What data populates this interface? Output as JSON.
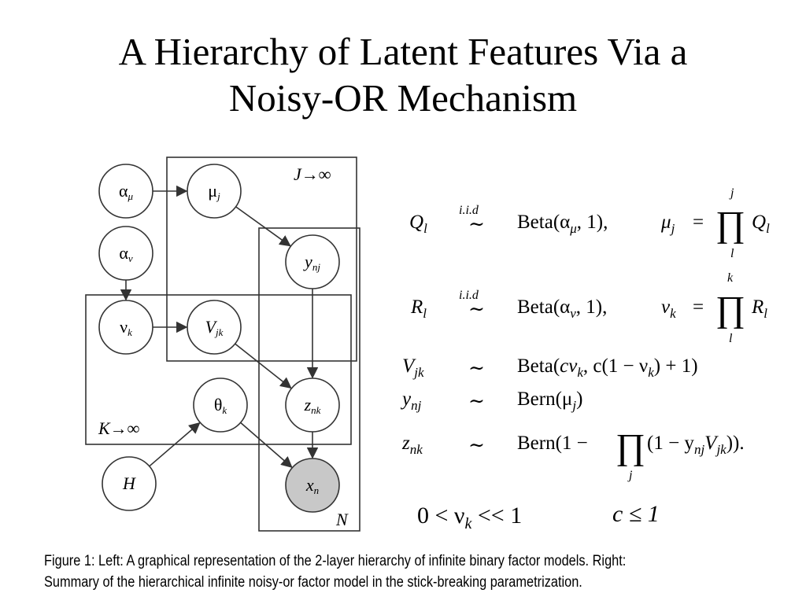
{
  "title": [
    "A Hierarchy of Latent Features Via a",
    "Noisy-OR Mechanism"
  ],
  "diagram": {
    "plates": [
      "J→∞",
      "K→∞",
      "N"
    ],
    "nodes": {
      "alpha_mu": {
        "base": "α",
        "sub": "μ",
        "observed": false
      },
      "mu_j": {
        "base": "μ",
        "sub": "j",
        "observed": false
      },
      "alpha_nu": {
        "base": "α",
        "sub": "ν",
        "observed": false
      },
      "y_nj": {
        "base": "y",
        "sub": "nj",
        "observed": false
      },
      "nu_k": {
        "base": "ν",
        "sub": "k",
        "observed": false
      },
      "V_jk": {
        "base": "V",
        "sub": "jk",
        "observed": false
      },
      "theta_k": {
        "base": "θ",
        "sub": "k",
        "observed": false
      },
      "z_nk": {
        "base": "z",
        "sub": "nk",
        "observed": false
      },
      "H": {
        "base": "H",
        "sub": "",
        "observed": false
      },
      "x_n": {
        "base": "x",
        "sub": "n",
        "observed": true
      }
    },
    "edges": [
      [
        "alpha_mu",
        "mu_j"
      ],
      [
        "alpha_nu",
        "nu_k"
      ],
      [
        "nu_k",
        "V_jk"
      ],
      [
        "mu_j",
        "y_nj"
      ],
      [
        "y_nj",
        "z_nk"
      ],
      [
        "V_jk",
        "z_nk"
      ],
      [
        "theta_k",
        "x_n"
      ],
      [
        "z_nk",
        "x_n"
      ],
      [
        "H",
        "theta_k"
      ]
    ]
  },
  "equations": {
    "iid": "i.i.d",
    "sim": "∼",
    "comma": ",",
    "eq": "=",
    "prod": "∏",
    "row1": {
      "lhs_base": "Q",
      "lhs_sub": "l",
      "dist": "Beta(α",
      "dist_sub": "μ",
      "dist_tail": ", 1),",
      "var": "μ",
      "var_sub": "j",
      "prod_top": "j",
      "prod_bottom": "l",
      "term": "Q",
      "term_sub": "l"
    },
    "row2": {
      "lhs_base": "R",
      "lhs_sub": "l",
      "dist": "Beta(α",
      "dist_sub": "ν",
      "dist_tail": ", 1),",
      "var": "ν",
      "var_sub": "k",
      "prod_top": "k",
      "prod_bottom": "l",
      "term": "R",
      "term_sub": "l"
    },
    "row3": {
      "lhs_base": "V",
      "lhs_sub": "jk",
      "rhs_a": "Beta(",
      "rhs_b": "cν",
      "rhs_c": "k",
      "rhs_d": ", c(1 − ν",
      "rhs_e": "k",
      "rhs_f": ") + 1)"
    },
    "row4": {
      "lhs_base": "y",
      "lhs_sub": "nj",
      "rhs_a": "Bern(μ",
      "rhs_b": "j",
      "rhs_c": ")"
    },
    "row5": {
      "lhs_base": "z",
      "lhs_sub": "nk",
      "rhs_a": "Bern(1 − ",
      "prod_bottom": "j",
      "rhs_b": "(1 − y",
      "rhs_c": "nj",
      "rhs_d": "V",
      "rhs_e": "jk",
      "rhs_f": "))."
    },
    "constraint1": {
      "a": "0 < ν",
      "b": "k",
      "c": " << 1"
    },
    "constraint2": "c ≤ 1"
  },
  "caption": [
    "Figure 1:  Left:  A graphical representation of the 2-layer hierarchy of infinite binary factor models.  Right:",
    "Summary of the hierarchical infinite noisy-or factor model in the stick-breaking parametrization."
  ],
  "colors": {
    "observed_fill": "#c8c8c8",
    "stroke": "#333333"
  }
}
